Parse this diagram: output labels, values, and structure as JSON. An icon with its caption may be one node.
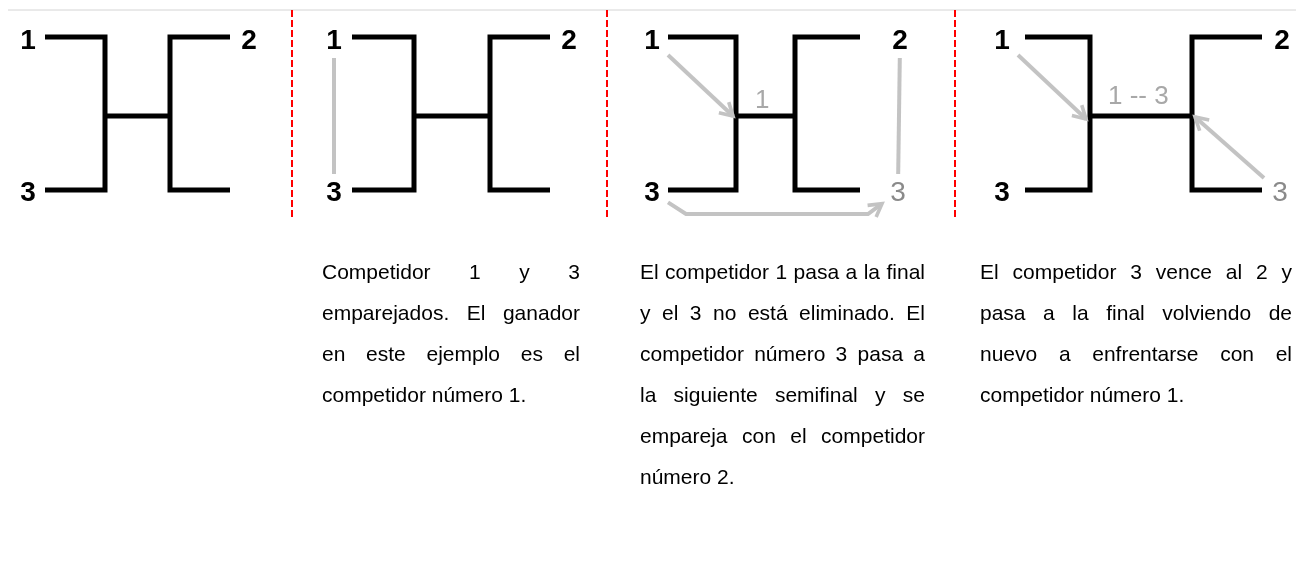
{
  "diagram": {
    "nodes": [
      {
        "text": [
          "1"
        ]
      },
      {
        "text": [
          "2"
        ]
      },
      {
        "text": [
          "3"
        ]
      },
      {
        "text": [
          "1"
        ]
      },
      {
        "text": [
          "2"
        ]
      },
      {
        "text": [
          "3"
        ]
      },
      {
        "text": [
          "1"
        ]
      },
      {
        "text": [
          "2"
        ]
      },
      {
        "text": [
          "3"
        ]
      },
      {
        "text": [
          "3"
        ]
      },
      {
        "text": [
          "1"
        ]
      },
      {
        "text": [
          "2"
        ]
      },
      {
        "text": [
          "3"
        ]
      },
      {
        "text": [
          "3"
        ]
      }
    ],
    "edges": [
      {
        "from": 3,
        "to": 5,
        "arrow": "none"
      },
      {
        "from": 6,
        "to": null,
        "arrow": "to"
      },
      {
        "from": 7,
        "to": 9,
        "arrow": "none"
      },
      {
        "from": 8,
        "to": 9,
        "arrow": "to"
      },
      {
        "from": 10,
        "to": null,
        "arrow": "to"
      },
      {
        "from": 13,
        "to": null,
        "arrow": "to"
      }
    ],
    "labels": [
      "1",
      "1 -- 3",
      "Competidor 1 y 3 emparejados. El ganador en este ejemplo es el competidor número 1.",
      "El competidor 1 pasa a la final y el 3 no está eliminado. El competidor número 3 pasa a la siguiente semifinal y se empareja con el competidor número 2.",
      "El competidor 3 vence al 2 y pasa a la final volviendo de nuevo a enfrentarse con el competidor número 1."
    ]
  }
}
